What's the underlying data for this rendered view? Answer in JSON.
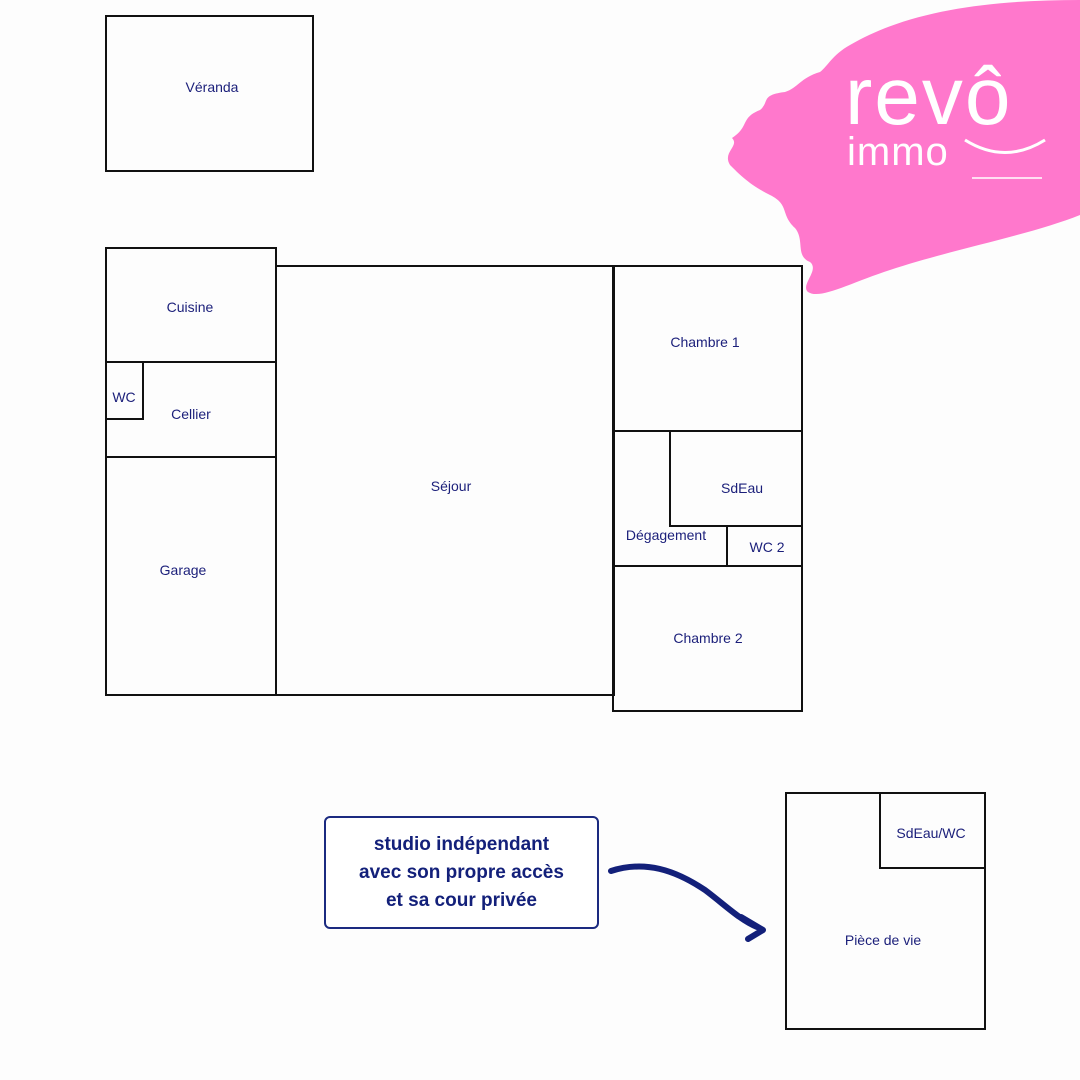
{
  "rooms": {
    "veranda": "Véranda",
    "cuisine": "Cuisine",
    "wc": "WC",
    "cellier": "Cellier",
    "garage": "Garage",
    "sejour": "Séjour",
    "chambre1": "Chambre 1",
    "sdeau": "SdEau",
    "degagement": "Dégagement",
    "wc2": "WC 2",
    "chambre2": "Chambre 2",
    "sdeau_wc": "SdEau/WC",
    "piece_de_vie": "Pièce de vie"
  },
  "note": {
    "line1": "studio indépendant",
    "line2": "avec son propre accès",
    "line3": "et sa cour privée"
  },
  "brand": {
    "word1": "revô",
    "word2": "immo",
    "accent_color": "#ff78cc",
    "text_color": "#ffffff"
  },
  "colors": {
    "label": "#1b1f7a",
    "arrow": "#13207a"
  }
}
